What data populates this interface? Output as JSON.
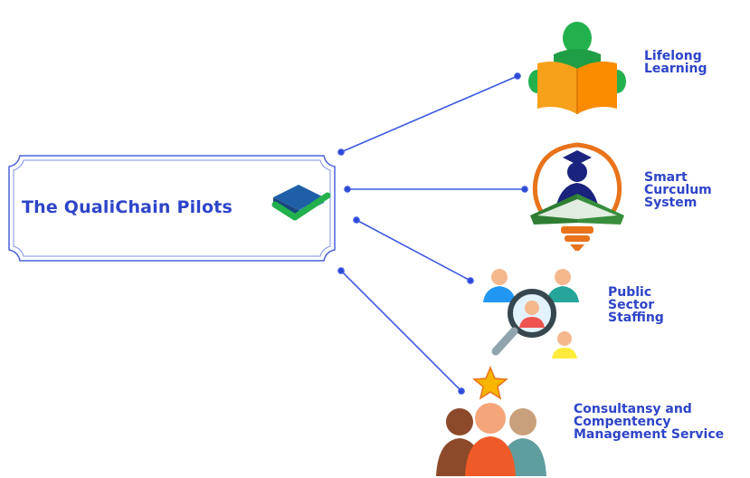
{
  "diagram": {
    "title": "The QualiChain Pilots",
    "pilots": [
      {
        "lines": [
          "Lifelong",
          "Learning"
        ]
      },
      {
        "lines": [
          "Smart",
          "Curculum",
          "System"
        ]
      },
      {
        "lines": [
          "Public",
          "Sector",
          "Staffing"
        ]
      },
      {
        "lines": [
          "Consultansy and",
          "Compentency",
          "Management Service"
        ]
      }
    ]
  },
  "colors": {
    "text": "#2e44c8",
    "connector": "#3b58e0",
    "book_orange": "#f7a11a",
    "book_green": "#23b14d",
    "bulb_orange": "#e8731a",
    "teal": "#26a69a",
    "navy": "#1a237e"
  }
}
